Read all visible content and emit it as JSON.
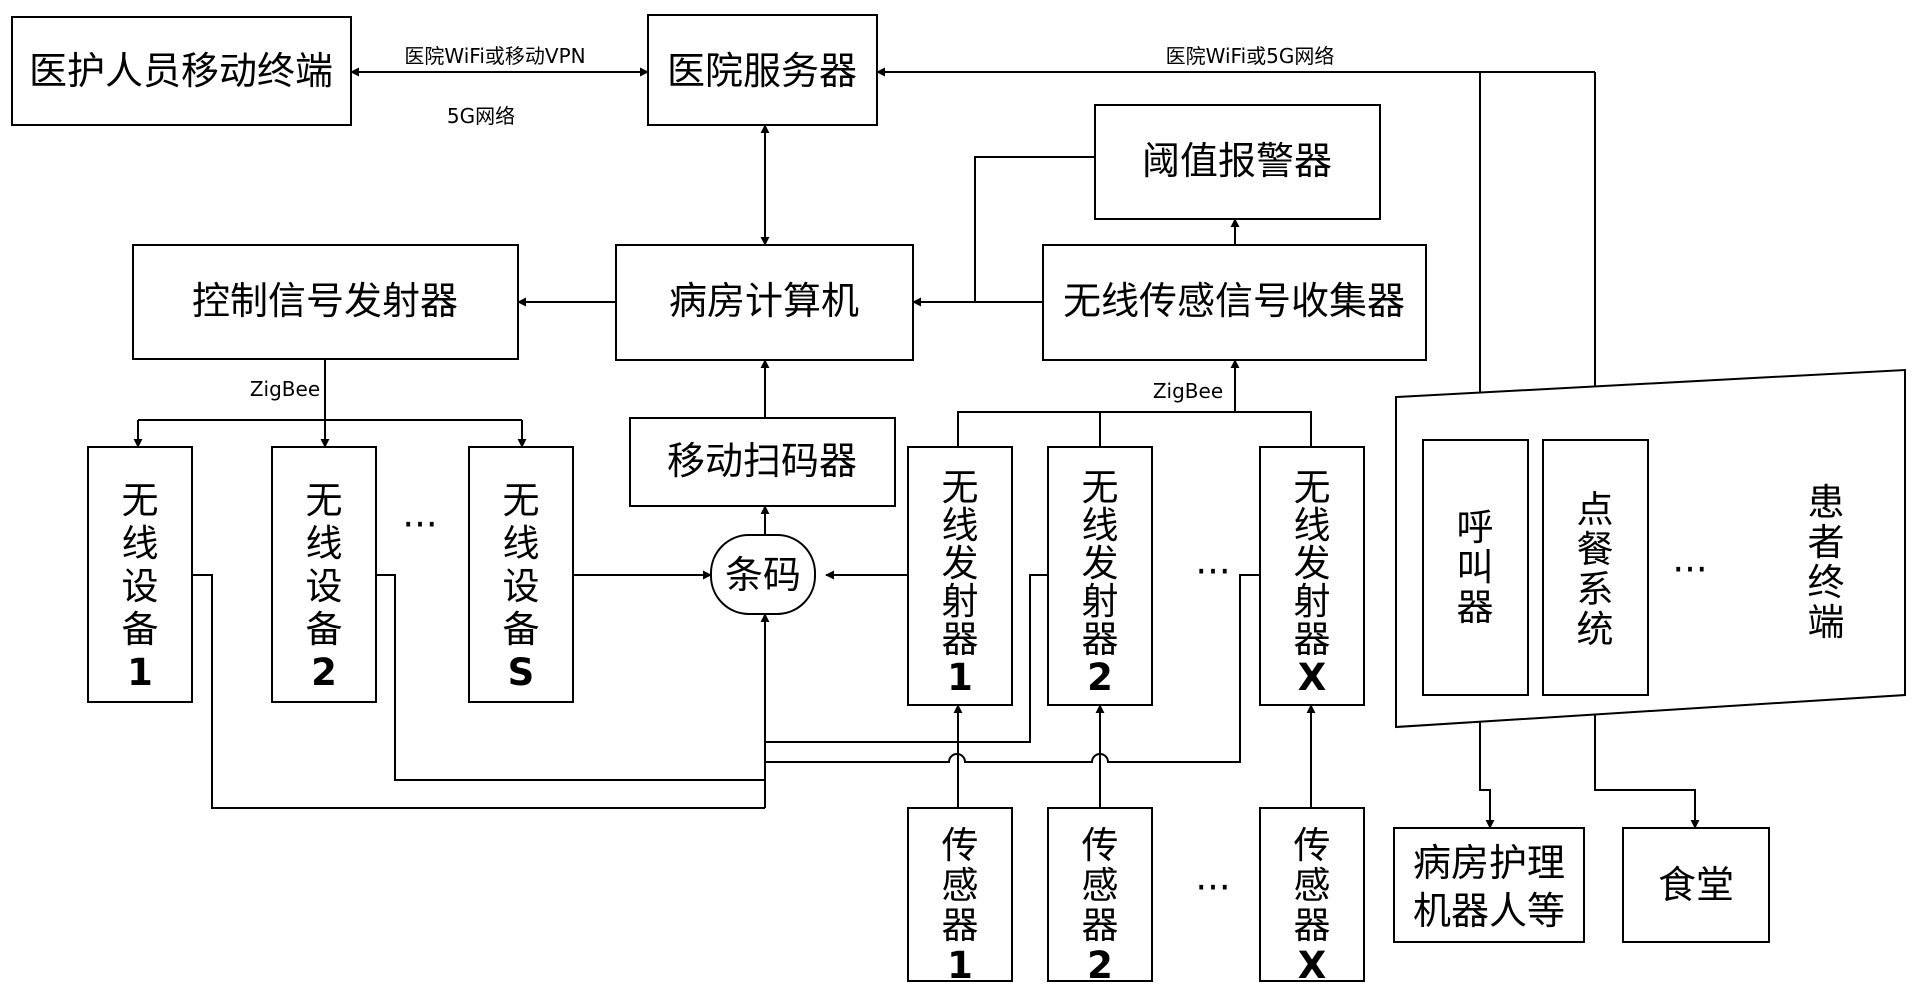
{
  "nodes": {
    "mobile_terminal": "医护人员移动终端",
    "hospital_server": "医院服务器",
    "threshold_alarm": "阈值报警器",
    "control_transmitter": "控制信号发射器",
    "ward_computer": "病房计算机",
    "wireless_collector": "无线传感信号收集器",
    "mobile_scanner": "移动扫码器",
    "barcode": "条码",
    "device_1": [
      "无",
      "线",
      "设",
      "备",
      "1"
    ],
    "device_2": [
      "无",
      "线",
      "设",
      "备",
      "2"
    ],
    "device_s": [
      "无",
      "线",
      "设",
      "备",
      "S"
    ],
    "transmitter_1": [
      "无",
      "线",
      "发",
      "射",
      "器",
      "1"
    ],
    "transmitter_2": [
      "无",
      "线",
      "发",
      "射",
      "器",
      "2"
    ],
    "transmitter_x": [
      "无",
      "线",
      "发",
      "射",
      "器",
      "X"
    ],
    "sensor_1": [
      "传",
      "感",
      "器",
      "1"
    ],
    "sensor_2": [
      "传",
      "感",
      "器",
      "2"
    ],
    "sensor_x": [
      "传",
      "感",
      "器",
      "X"
    ],
    "caller": [
      "呼",
      "叫",
      "器"
    ],
    "ordering_system": [
      "点",
      "餐",
      "系",
      "统"
    ],
    "patient_terminal": [
      "患",
      "者",
      "终",
      "端"
    ],
    "nursing_robot": [
      "病房护理",
      "机器人等"
    ],
    "canteen": "食堂"
  },
  "labels": {
    "wifi_vpn": "医院WiFi或移动VPN",
    "net_5g": "5G网络",
    "wifi_5g": "医院WiFi或5G网络",
    "zigbee_left": "ZigBee",
    "zigbee_right": "ZigBee",
    "ellipsis": "···"
  }
}
